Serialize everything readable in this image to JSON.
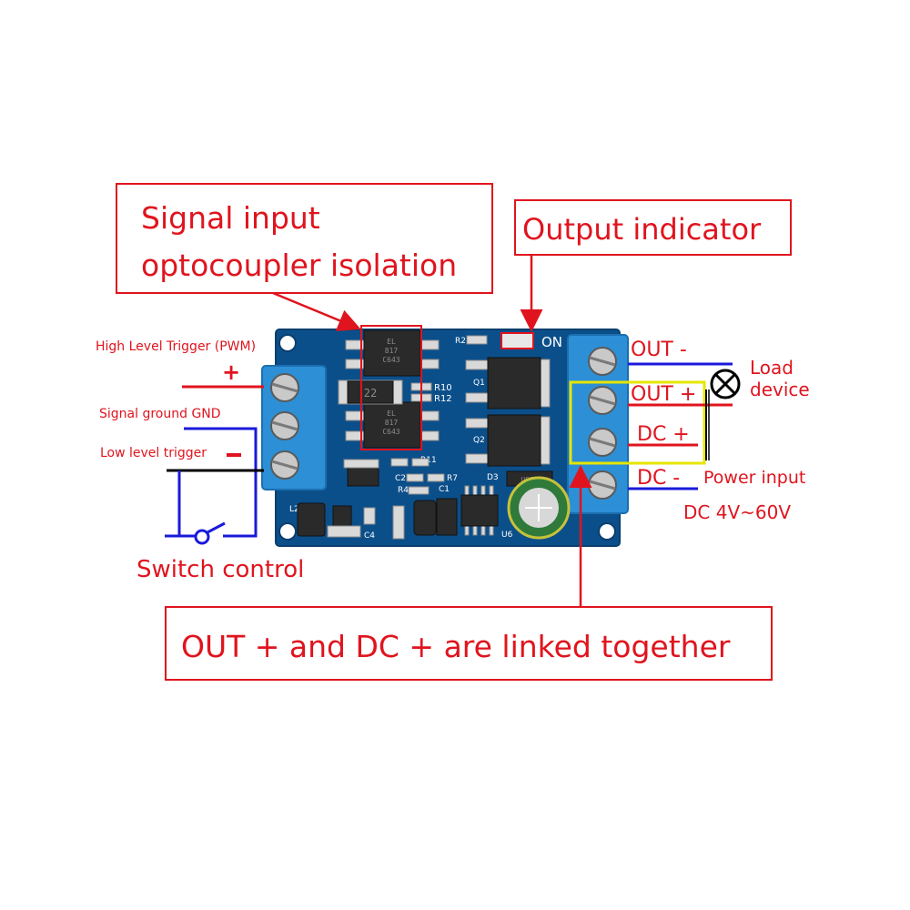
{
  "callouts": {
    "signal_input": {
      "line1": "Signal input",
      "line2": "optocoupler isolation"
    },
    "output_indicator": {
      "label": "Output indicator"
    },
    "linked": {
      "label": "OUT + and DC + are linked together"
    }
  },
  "left_labels": {
    "high_trigger": "High Level Trigger (PWM)",
    "plus": "+",
    "signal_ground": "Signal ground  GND",
    "low_trigger": "Low level trigger",
    "minus": "—",
    "switch_control": "Switch control"
  },
  "right_labels": {
    "out_minus": "OUT -",
    "out_plus": "OUT +",
    "dc_plus": "DC +",
    "dc_minus": "DC  -",
    "load_line1": "Load",
    "load_line2": "device",
    "power_input": "Power input",
    "voltage_range": "DC 4V~60V"
  },
  "board": {
    "on_label": "ON",
    "silkscreen": {
      "r2": "R2",
      "r10": "R10",
      "r12": "R12",
      "r11": "R11",
      "r7": "R7",
      "r4": "R4",
      "c2": "C2",
      "c1": "C1",
      "c4": "C4",
      "d3": "D3",
      "q1": "Q1",
      "q2": "Q2",
      "l2": "L2",
      "u6": "U6"
    },
    "opto_chip_text": [
      "EL",
      "817",
      "C643"
    ],
    "inductor_marking": "22",
    "diode_marking": "US1M"
  },
  "icons": {
    "lamp": "lamp-cross-circle-icon",
    "switch": "switch-open-icon"
  },
  "colors": {
    "accent_red": "#e0141e",
    "wire_blue": "#1a1adb",
    "highlight_yellow": "#e6e600",
    "pcb_blue": "#0b4f8a",
    "terminal_blue": "#2d8fd6"
  }
}
